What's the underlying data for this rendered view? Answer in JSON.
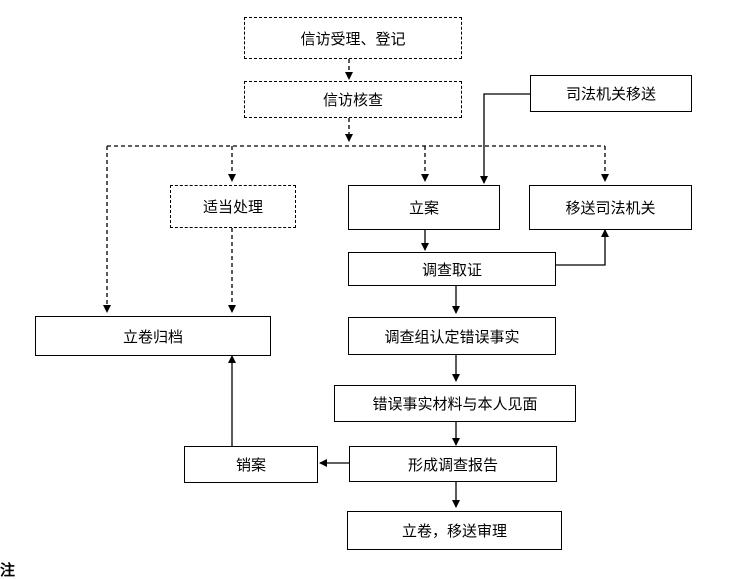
{
  "nodes": {
    "receive": "信访受理、登记",
    "verify": "信访核查",
    "judicial_transfer_in": "司法机关移送",
    "proper_handling": "适当处理",
    "file_case": "立案",
    "transfer_to_judicial": "移送司法机关",
    "archive": "立卷归档",
    "investigate": "调查取证",
    "confirm_facts": "调查组认定错误事实",
    "meet_person": "错误事实材料与本人见面",
    "close_case": "销案",
    "report": "形成调查报告",
    "submit_review": "立卷，移送审理"
  },
  "footer": {
    "partial_text": "注"
  }
}
